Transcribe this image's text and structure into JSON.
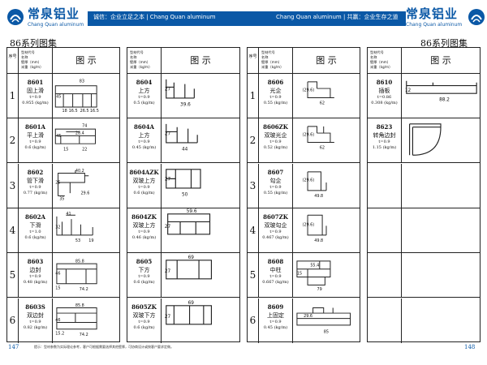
{
  "header": {
    "logo_cn": "常泉铝业",
    "logo_en": "Chang Quan aluminum",
    "slogan_left": "诚信：企业立足之本 | Chang Quan aluminum",
    "slogan_right": "Chang Quan aluminum | 共赢：企业生存之道",
    "brand_color": "#0a58a6"
  },
  "section_title": "86系列图集",
  "column_headers": {
    "seq": "序号",
    "info": [
      "型材代号",
      "名称",
      "壁厚（mm）",
      "米重（kg/m）"
    ],
    "figure": "图 示"
  },
  "pages": [
    {
      "number": "147",
      "blocks": [
        [
          {
            "seq": "1",
            "code": "8601",
            "name": "固上滑",
            "t": "t=0.9",
            "w": "0.955 (kg/m)",
            "dims": [
              "83",
              "45",
              "18",
              "16.5",
              "26.5",
              "16.5"
            ]
          },
          {
            "seq": "2",
            "code": "8601A",
            "name": "平上滑",
            "t": "t=0.9",
            "w": "0.6 (kg/m)",
            "dims": [
              "74",
              "45",
              "15",
              "28.4",
              "22"
            ]
          },
          {
            "seq": "3",
            "code": "8602",
            "name": "管下滑",
            "t": "t=0.9",
            "w": "0.77 (kg/m)",
            "dims": [
              "40.2",
              "25",
              "35",
              "29.6"
            ]
          },
          {
            "seq": "4",
            "code": "8602A",
            "name": "下滑",
            "t": "t=1.0",
            "w": "0.6 (kg/m)",
            "dims": [
              "41",
              "32",
              "53",
              "19"
            ]
          },
          {
            "seq": "5",
            "code": "8603",
            "name": "边封",
            "t": "t=0.9",
            "w": "0.48 (kg/m)",
            "dims": [
              "85.8",
              "46",
              "15",
              "74.2"
            ]
          },
          {
            "seq": "6",
            "code": "8603S",
            "name": "双边封",
            "t": "t=0.9",
            "w": "0.82 (kg/m)",
            "dims": [
              "85.8",
              "46",
              "15.2",
              "74.2"
            ]
          }
        ],
        [
          {
            "code": "8604",
            "name": "上方",
            "t": "t=0.9",
            "w": "0.5 (kg/m)",
            "dims": [
              "27",
              "39.6"
            ]
          },
          {
            "code": "8604A",
            "name": "上方",
            "t": "t=0.9",
            "w": "0.45 (kg/m)",
            "dims": [
              "27",
              "44"
            ]
          },
          {
            "code": "8604AZK",
            "name": "双玻上方",
            "t": "t=0.9",
            "w": "0.6 (kg/m)",
            "dims": [
              "27",
              "50"
            ]
          },
          {
            "code": "8604ZK",
            "name": "双玻上方",
            "t": "t=0.9",
            "w": "0.46 (kg/m)",
            "dims": [
              "59.6",
              "27"
            ]
          },
          {
            "code": "8605",
            "name": "下方",
            "t": "t=0.9",
            "w": "0.6 (kg/m)",
            "dims": [
              "69",
              "27"
            ]
          },
          {
            "code": "8605ZK",
            "name": "双玻下方",
            "t": "t=0.9",
            "w": "0.6 (kg/m)",
            "dims": [
              "69",
              "27"
            ]
          }
        ]
      ]
    },
    {
      "number": "148",
      "blocks": [
        [
          {
            "seq": "1",
            "code": "8606",
            "name": "光企",
            "t": "t=0.9",
            "w": "0.55 (kg/m)",
            "dims": [
              "(29.6)",
              "62"
            ]
          },
          {
            "seq": "2",
            "code": "8606ZK",
            "name": "双玻光企",
            "t": "t=0.9",
            "w": "0.52 (kg/m)",
            "dims": [
              "(29.6)",
              "62"
            ]
          },
          {
            "seq": "3",
            "code": "8607",
            "name": "勾企",
            "t": "t=0.9",
            "w": "0.55 (kg/m)",
            "dims": [
              "(29.6)",
              "49.8"
            ]
          },
          {
            "seq": "4",
            "code": "8607ZK",
            "name": "双玻勾企",
            "t": "t=0.9",
            "w": "0.467 (kg/m)",
            "dims": [
              "(29.6)",
              "49.8"
            ]
          },
          {
            "seq": "5",
            "code": "8608",
            "name": "中柱",
            "t": "t=0.9",
            "w": "0.667 (kg/m)",
            "dims": [
              "55.4",
              "15",
              "79"
            ]
          },
          {
            "seq": "6",
            "code": "8609",
            "name": "上固定",
            "t": "t=0.9",
            "w": "0.45 (kg/m)",
            "dims": [
              "29.6",
              "85"
            ]
          }
        ],
        [
          {
            "code": "8610",
            "name": "插板",
            "t": "t=0.86",
            "w": "0.308 (kg/m)",
            "dims": [
              "12",
              "88.2"
            ]
          },
          {
            "code": "8623",
            "name": "转角边封",
            "t": "t=0.9",
            "w": "1.15 (kg/m)",
            "dims": []
          },
          {
            "code": "",
            "name": "",
            "t": "",
            "w": "",
            "dims": []
          },
          {
            "code": "",
            "name": "",
            "t": "",
            "w": "",
            "dims": []
          },
          {
            "code": "",
            "name": "",
            "t": "",
            "w": "",
            "dims": []
          },
          {
            "code": "",
            "name": "",
            "t": "",
            "w": "",
            "dims": []
          }
        ]
      ]
    }
  ],
  "footnote": "提示：型材参数为实际理论参考，客户可根据需要选择其他壁厚，可协商设计或按客户要求定做。"
}
